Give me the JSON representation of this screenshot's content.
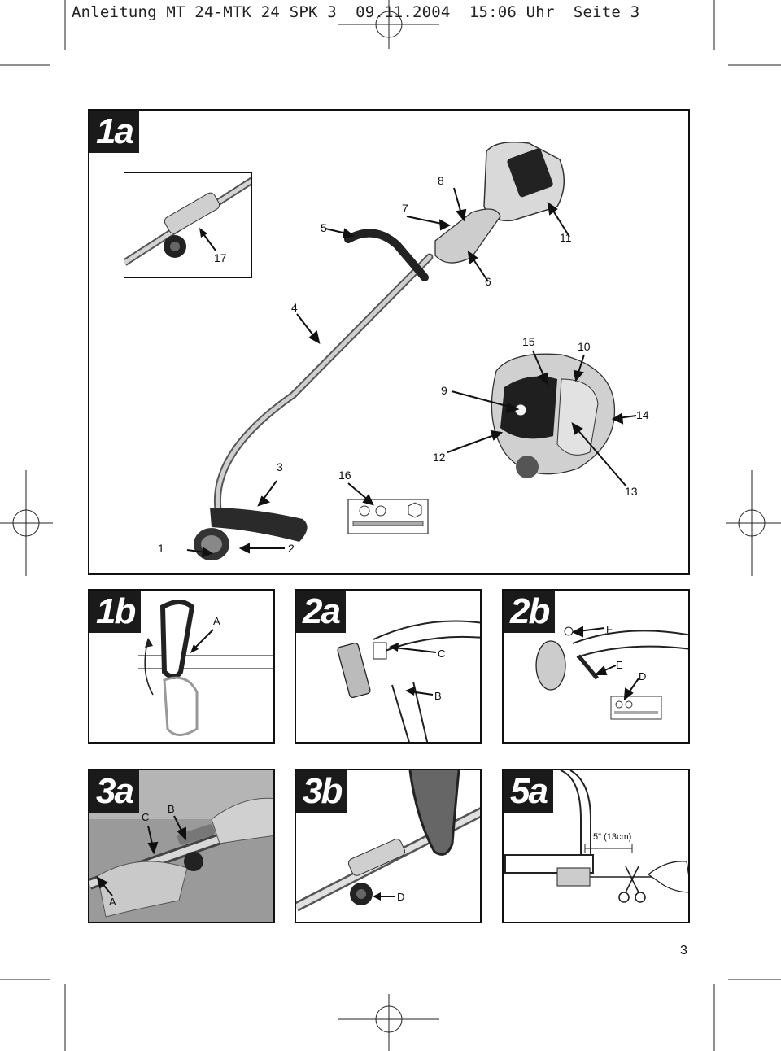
{
  "header": {
    "text": "Anleitung MT 24-MTK 24 SPK 3  09.11.2004  15:06 Uhr  Seite 3"
  },
  "page_number": "3",
  "figures": {
    "fig_1a": {
      "label": "1a",
      "callouts": [
        "1",
        "2",
        "3",
        "4",
        "5",
        "6",
        "7",
        "8",
        "9",
        "10",
        "11",
        "12",
        "13",
        "14",
        "15",
        "16",
        "17"
      ]
    },
    "fig_1b": {
      "label": "1b",
      "callouts": [
        "A"
      ]
    },
    "fig_2a": {
      "label": "2a",
      "callouts": [
        "C",
        "B"
      ]
    },
    "fig_2b": {
      "label": "2b",
      "callouts": [
        "F",
        "E",
        "D"
      ]
    },
    "fig_3a": {
      "label": "3a",
      "callouts": [
        "C",
        "B",
        "A"
      ]
    },
    "fig_3b": {
      "label": "3b",
      "callouts": [
        "D"
      ]
    },
    "fig_5a": {
      "label": "5a",
      "callouts": [
        "5\" (13cm)"
      ]
    }
  },
  "colors": {
    "ink": "#111111",
    "label_bg": "#1a1a1a",
    "metal": "#b9b9b9",
    "photo_gray": "#8a8a8a"
  }
}
